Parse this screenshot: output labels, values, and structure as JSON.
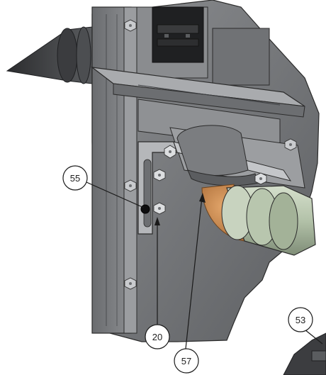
{
  "callouts": [
    {
      "id": "c55",
      "label": "55"
    },
    {
      "id": "c20",
      "label": "20"
    },
    {
      "id": "c57",
      "label": "57"
    },
    {
      "id": "c53",
      "label": "53"
    }
  ],
  "colors": {
    "frame_dark": "#5f6163",
    "frame_mid": "#7e8083",
    "frame_light": "#b7b9bb",
    "pipe_green": "#b9c7b0",
    "copper": "#c98a4f",
    "outline": "#2b2b2b"
  }
}
